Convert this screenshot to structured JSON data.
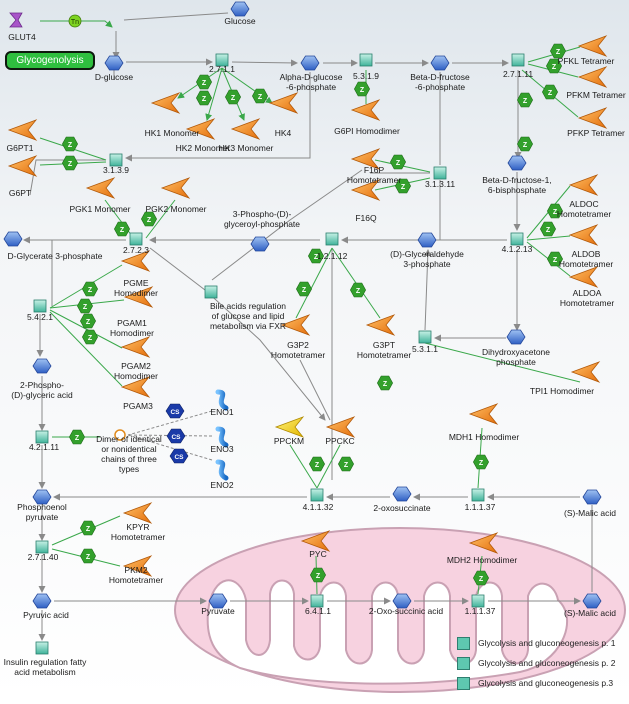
{
  "diagram": {
    "button": "Glycogenolysis",
    "nodes": {
      "glut4": "GLUT4",
      "tn": "Tn",
      "glucose": "Glucose",
      "d_glucose": "D-glucose",
      "alpha_g6p": "Alpha-D-glucose\n-6-phosphate",
      "beta_f6p": "Beta-D-fructose\n-6-phosphate",
      "beta_f16bp": "Beta-D-fructose-1,\n6-bisphosphate",
      "pgk_sub": "3-Phospho-(D)-\nglyceroyl-phosphate",
      "d_glycerate3p": "D-Glycerate 3-phosphate",
      "gap": "(D)-Glyceraldehyde\n3-phosphate",
      "dhap": "Dihydroxyacetone\nphosphate",
      "pg2": "2-Phospho-\n(D)-glyceric acid",
      "pep": "Phosphoenol\npyruvate",
      "oxo_succinate": "2-oxosuccinate",
      "s_malic": "(S)-Malic acid",
      "pyruvic": "Pyruvic acid",
      "pyruvate": "Pyruvate",
      "oxo_succinic": "2-Oxo-succinic acid",
      "s_malic2": "(S)-Malic acid",
      "insulin": "Insulin regulation fatty\nacid metabolism",
      "bile": "Bile acids regulation\nof glucose and lipid\nmetabolism via FXR",
      "dimer": "Dimer of identical\nor nonidentical\nchains of three\ntypes"
    },
    "enzymes": {
      "e2711a": "2.7.1.1",
      "e5319": "5.3.1.9",
      "e27111": "2.7.1.11",
      "e3139": "3.1.3.9",
      "e31311": "3.1.3.11",
      "e41213": "4.1.2.13",
      "e2723": "2.7.2.3",
      "e12112": "1.2.1.12",
      "e5421": "5.4.2.1",
      "e5311": "5.3.1.1",
      "e42111": "4.2.1.11",
      "e41132": "4.1.1.32",
      "e11137": "1.1.1.37",
      "e27140": "2.7.1.40",
      "e6411": "6.4.1.1",
      "e11137b": "1.1.1.37"
    },
    "proteins": {
      "hk1": "HK1 Monomer",
      "hk2": "HK2 Monomer",
      "hk3": "HK3 Monomer",
      "hk4": "HK4",
      "g6pi": "G6PI Homodimer",
      "pfkl": "PFKL Tetramer",
      "pfkm": "PFKM Tetramer",
      "pfkp": "PFKP Tetramer",
      "g6pt1": "G6PT1",
      "g6pt": "G6PT",
      "f16p": "F16P\nHomotetramer",
      "f16q": "F16Q",
      "pgk1": "PGK1 Monomer",
      "pgk2": "PGK2 Monomer",
      "aldoc": "ALDOC\nHomotetramer",
      "aldob": "ALDOB\nHomotetramer",
      "aldoa": "ALDOA\nHomotetramer",
      "pgme": "PGME\nHomodimer",
      "pgam1": "PGAM1\nHomodimer",
      "pgam2": "PGAM2\nHomodimer",
      "pgam3": "PGAM3",
      "g3p2": "G3P2\nHomotetramer",
      "g3pt": "G3PT\nHomotetramer",
      "tpi1": "TPI1 Homodimer",
      "eno1": "ENO1",
      "eno3": "ENO3",
      "eno2": "ENO2",
      "ppckm": "PPCKM",
      "ppckc": "PPCKC",
      "mdh1": "MDH1 Homodimer",
      "kpyr": "KPYR\nHomotetramer",
      "pkm2": "PKM2\nHomotetramer",
      "pyc": "PYC",
      "mdh2": "MDH2 Homodimer"
    },
    "badges": {
      "z": "Z",
      "cs": "CS"
    },
    "legend": [
      "Glycolysis and gluconeogenesis p. 1",
      "Glycolysis and gluconeogenesis p. 2",
      "Glycolysis and gluconeogenesis p.3"
    ],
    "colors": {
      "metabolite": "#4169c8",
      "enzyme": "#5ec8b0",
      "protein": "#f08a1c",
      "z_badge": "#33a02c",
      "cs_badge": "#1a3aa8",
      "button": "#2fbf3f",
      "mitochondrion": "#f7d2e0"
    }
  }
}
